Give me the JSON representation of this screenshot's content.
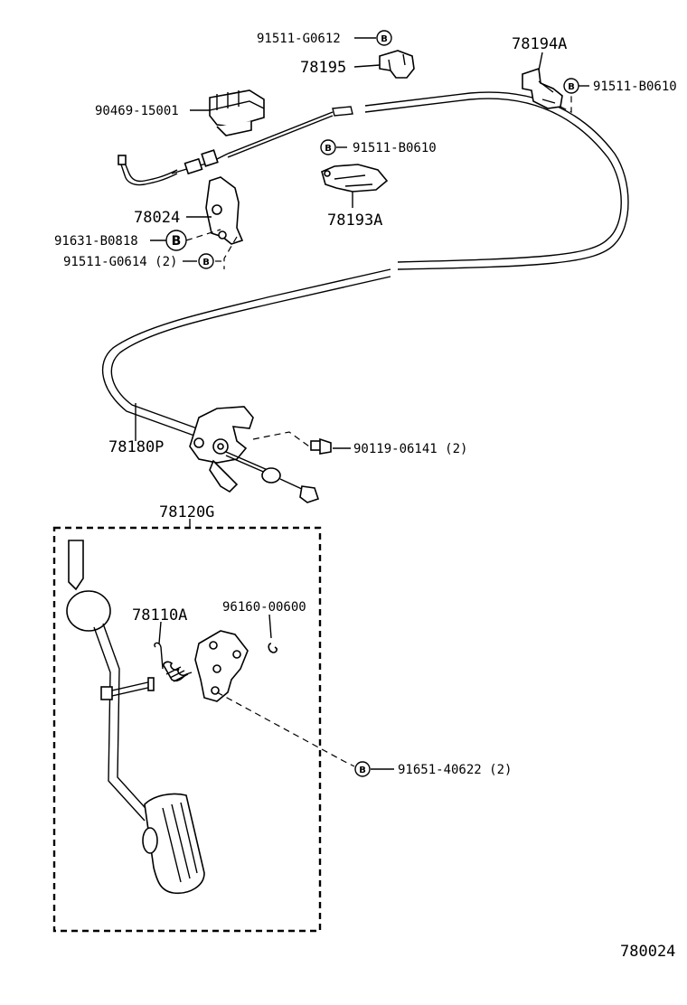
{
  "diagram_code": "780024",
  "bolt_symbol": "B",
  "labels": {
    "p91511_g0612": "91511-G0612",
    "p78195": "78195",
    "p78194a": "78194A",
    "p91511_b0610_right": "91511-B0610",
    "p90469_15001": "90469-15001",
    "p91511_b0610_mid": "91511-B0610",
    "p78024": "78024",
    "p78193a": "78193A",
    "p91631_b0818": "91631-B0818",
    "p91511_g0614": "91511-G0614 (2)",
    "p78180p": "78180P",
    "p90119_06141": "90119-06141 (2)",
    "p78120g": "78120G",
    "p78110a": "78110A",
    "p96160_00600": "96160-00600",
    "p91651_40622": "91651-40622 (2)"
  }
}
